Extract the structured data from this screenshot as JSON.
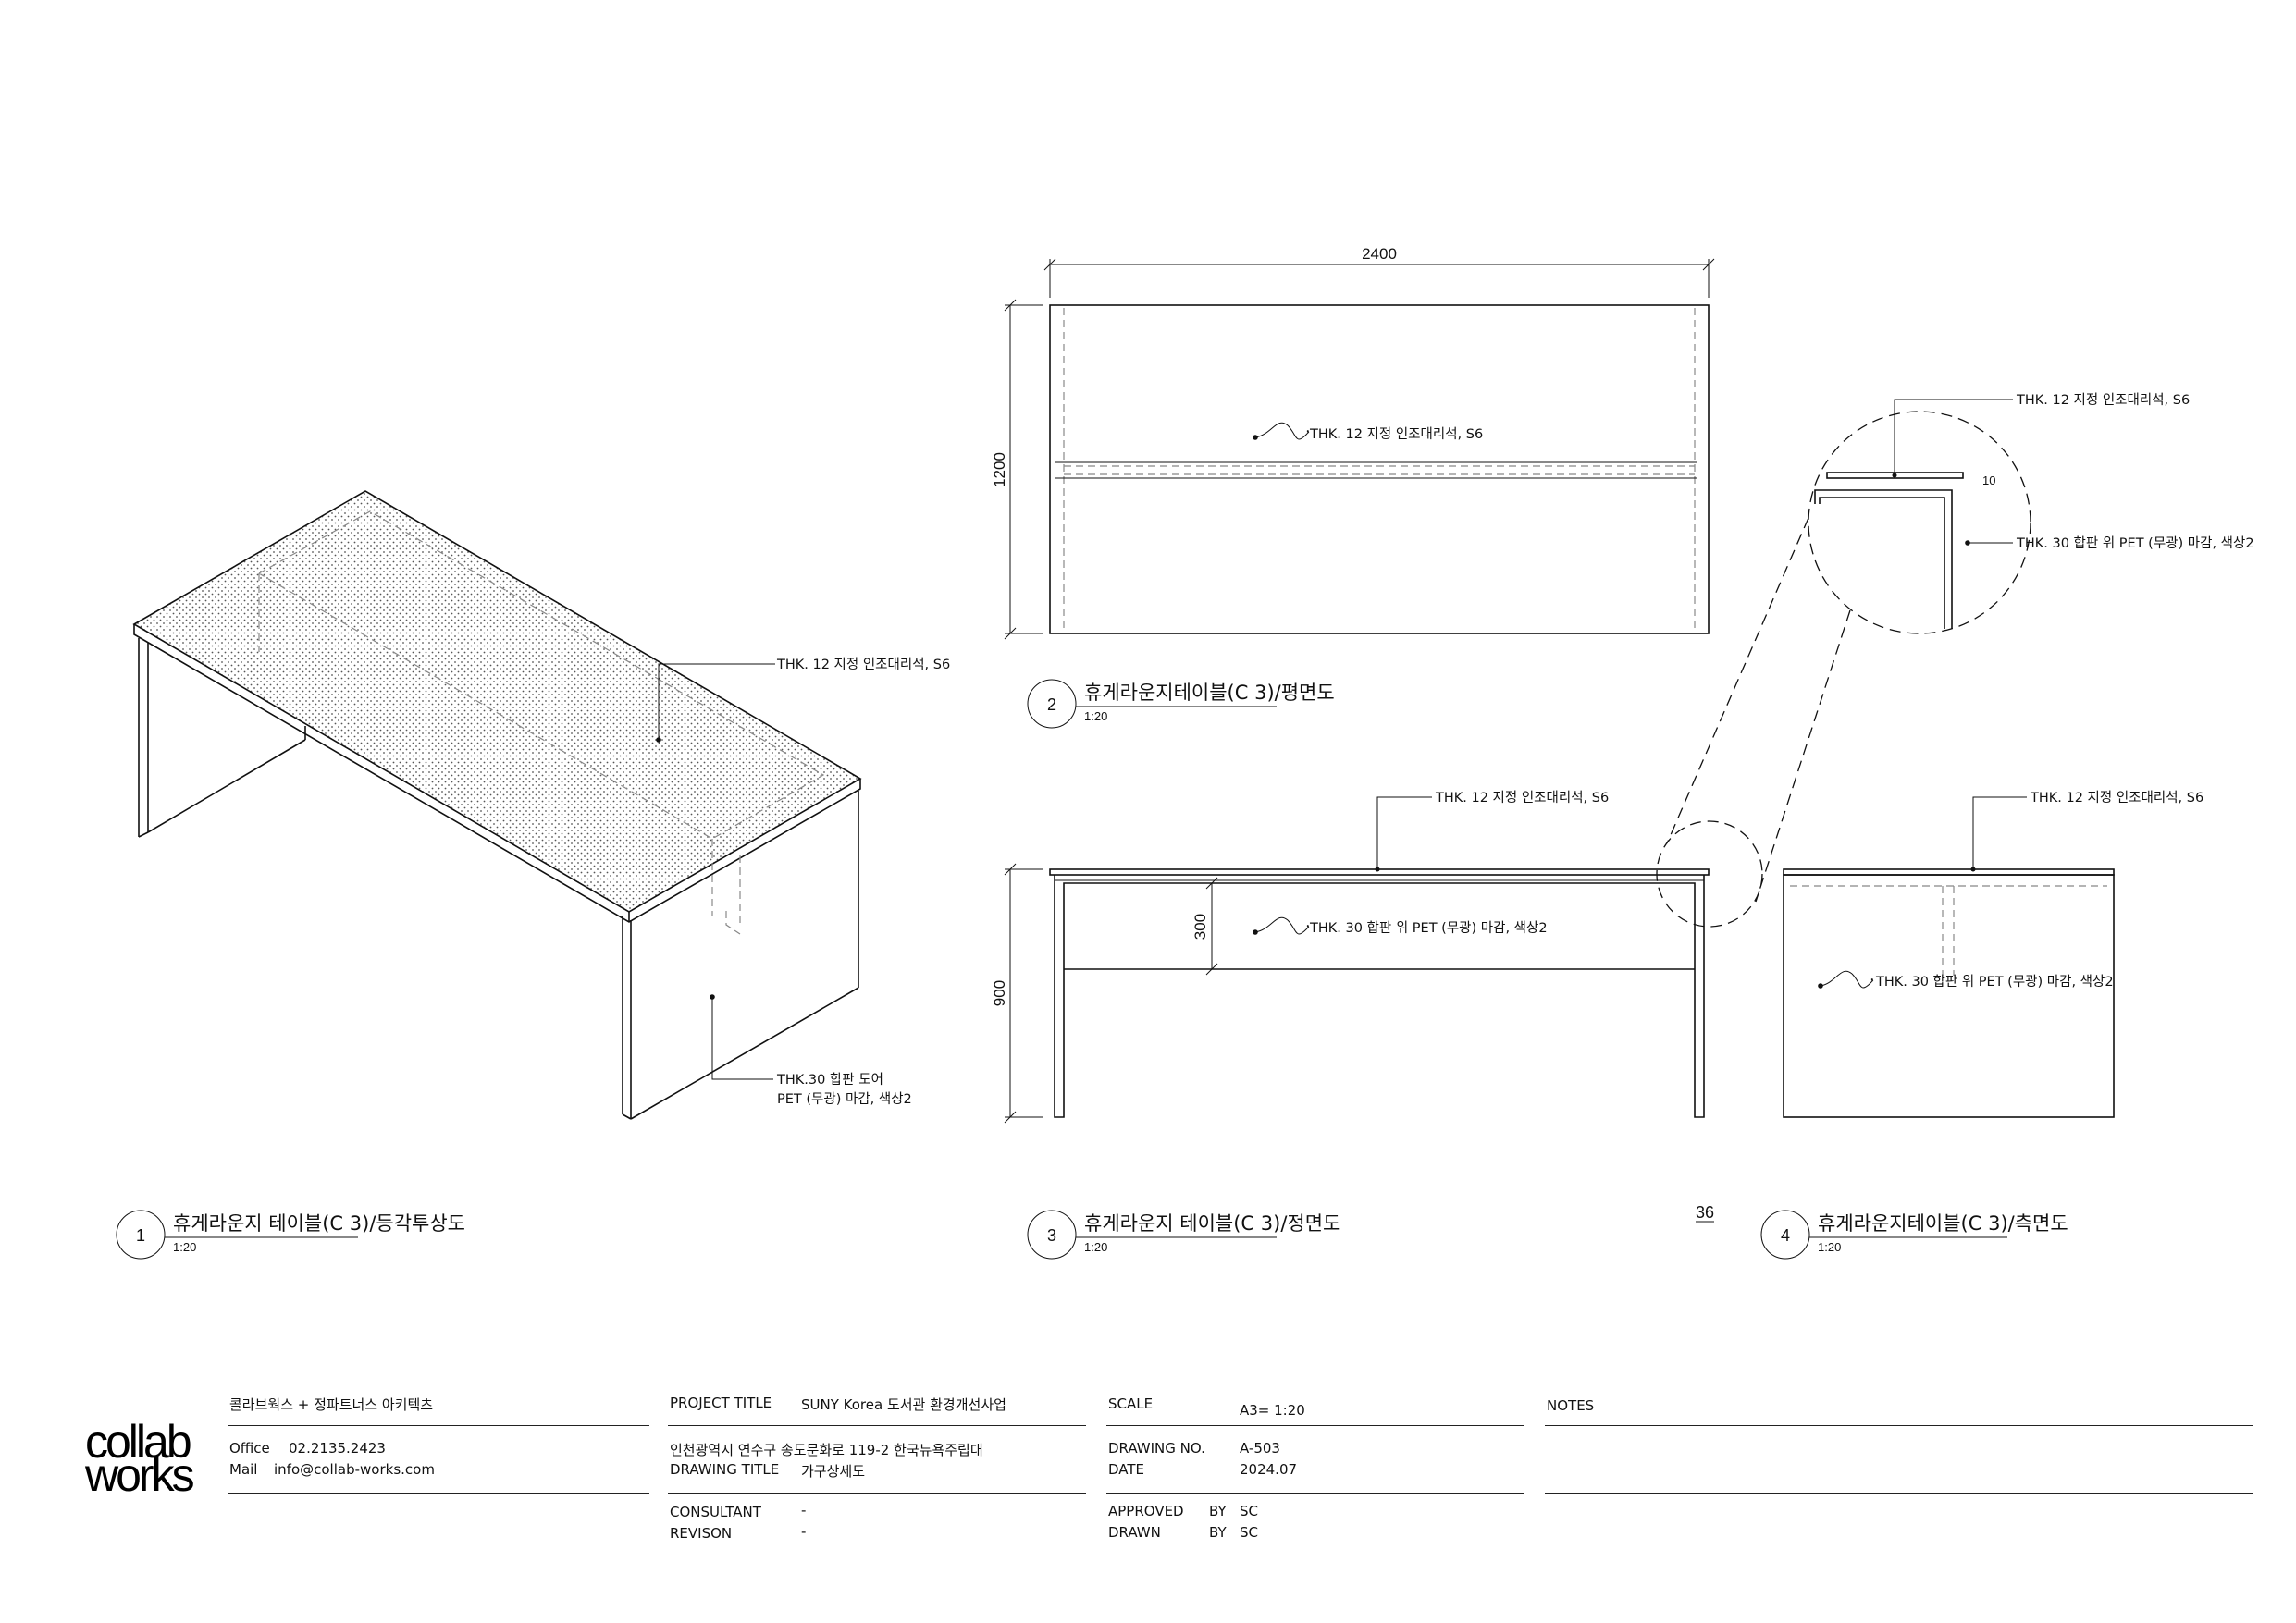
{
  "views": [
    {
      "number": "1",
      "title": "휴게라운지 테이블(C 3)/등각투상도",
      "scale": "1:20"
    },
    {
      "number": "2",
      "title": "휴게라운지테이블(C 3)/평면도",
      "scale": "1:20"
    },
    {
      "number": "3",
      "title": "휴게라운지 테이블(C 3)/정면도",
      "scale": "1:20"
    },
    {
      "number": "4",
      "title": "휴게라운지테이블(C 3)/측면도",
      "scale": "1:20"
    }
  ],
  "annotations": {
    "iso_top": "THK. 12 지정 인조대리석, S6",
    "iso_side_1": "THK.30 합판 도어",
    "iso_side_2": "PET (무광) 마감, 색상2",
    "plan_top": "THK. 12 지정 인조대리석, S6",
    "detail_top": "THK. 12 지정 인조대리석, S6",
    "detail_side": "THK. 30 합판 위 PET (무광) 마감, 색상2",
    "detail_small": "10",
    "front_top": "THK. 12 지정 인조대리석, S6",
    "front_apron": "THK. 30 합판 위 PET (무광) 마감, 색상2",
    "side_top": "THK. 12 지정 인조대리석, S6",
    "side_panel": "THK. 30 합판 위 PET (무광) 마감, 색상2"
  },
  "dimensions": {
    "plan_width": "2400",
    "plan_depth": "1200",
    "front_height": "900",
    "front_apron": "300",
    "stray_mark": "36"
  },
  "title_block": {
    "logo_line1": "collab",
    "logo_line2": "works",
    "company": "콜라브웍스 + 정파트너스 아키텍츠",
    "office_label": "Office",
    "office_value": "02.2135.2423",
    "mail_label": "Mail",
    "mail_value": "info@collab-works.com",
    "project_title_label": "PROJECT TITLE",
    "project_title_value": "SUNY Korea 도서관 환경개선사업",
    "address": "인천광역시 연수구 송도문화로 119-2 한국뉴욕주립대",
    "drawing_title_label": "DRAWING TITLE",
    "drawing_title_value": "가구상세도",
    "consultant_label": "CONSULTANT",
    "consultant_value": "-",
    "revision_label": "REVISON",
    "revision_value": "-",
    "scale_label": "SCALE",
    "scale_value": "A3= 1:20",
    "drawing_no_label": "DRAWING NO.",
    "drawing_no_value": "A-503",
    "date_label": "DATE",
    "date_value": "2024.07",
    "approved_label": "APPROVED",
    "approved_by": "BY",
    "approved_value": "SC",
    "drawn_label": "DRAWN",
    "drawn_by": "BY",
    "drawn_value": "SC",
    "notes_label": "NOTES"
  }
}
